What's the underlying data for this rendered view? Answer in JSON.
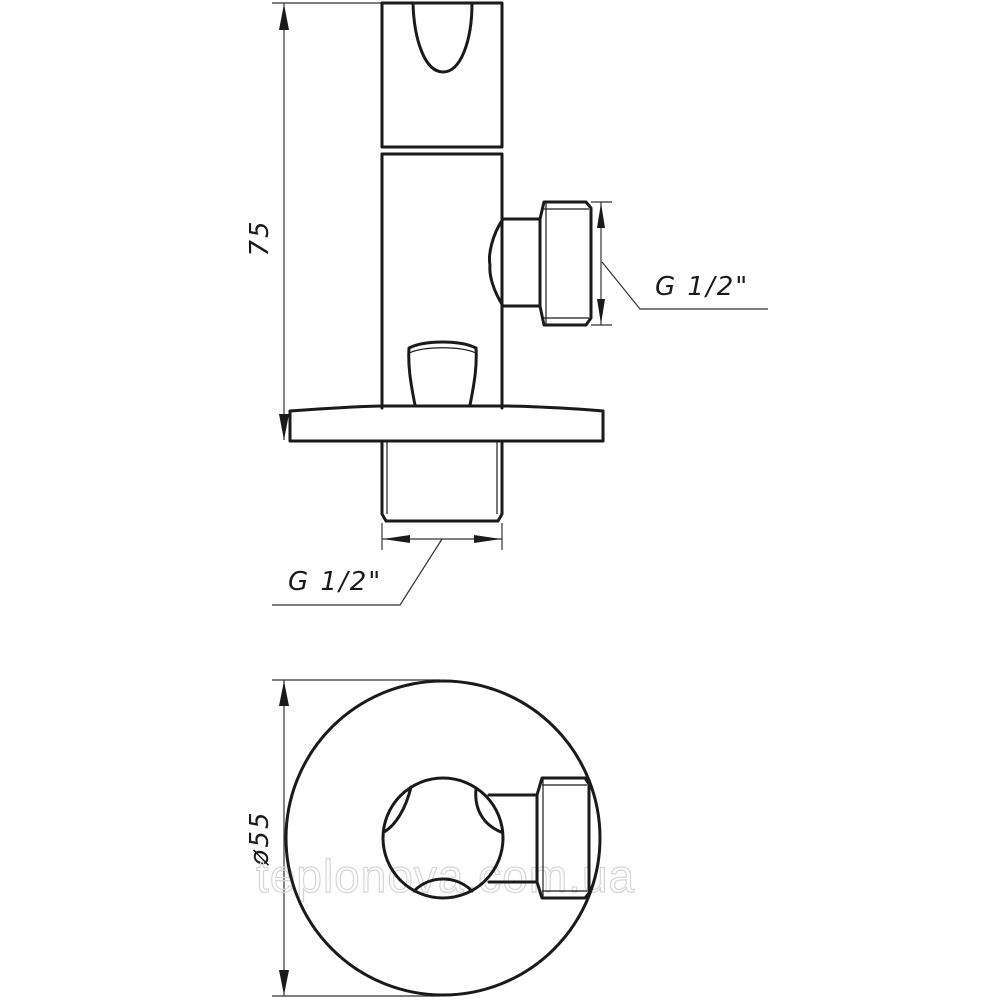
{
  "drawing": {
    "title": "Angle valve technical drawing",
    "colors": {
      "line": "#1a1a1a",
      "dimension": "#333333",
      "watermark": "#d6d6d6",
      "background": "#ffffff"
    },
    "side_view": {
      "height_dimension": "75",
      "side_outlet_thread": "G 1/2\"",
      "bottom_inlet_thread": "G 1/2\""
    },
    "top_view": {
      "diameter_dimension": "ø55"
    },
    "watermark": "teplonova.com.ua"
  }
}
